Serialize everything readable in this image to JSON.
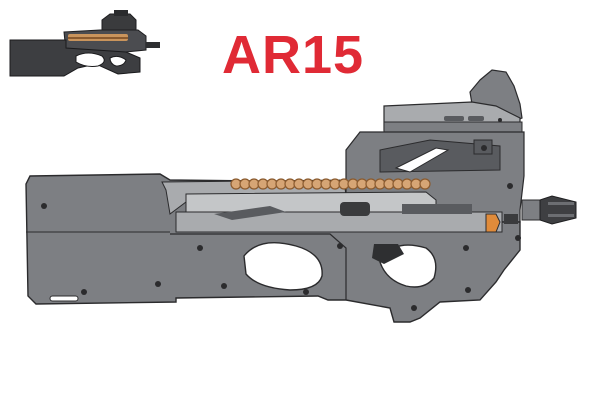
{
  "title": "AR15",
  "colors": {
    "title": "#e02a35",
    "body": "#7d7f83",
    "body_dark": "#595b5f",
    "body_light": "#a9abae",
    "outline": "#2b2b2d",
    "ammo": "#d6a575",
    "ammo_ring": "#8a5a2e",
    "accent": "#e08b3a"
  },
  "icons": {
    "thumbnail": "p90-photo-thumbnail",
    "main": "p90-cutaway-illustration"
  }
}
